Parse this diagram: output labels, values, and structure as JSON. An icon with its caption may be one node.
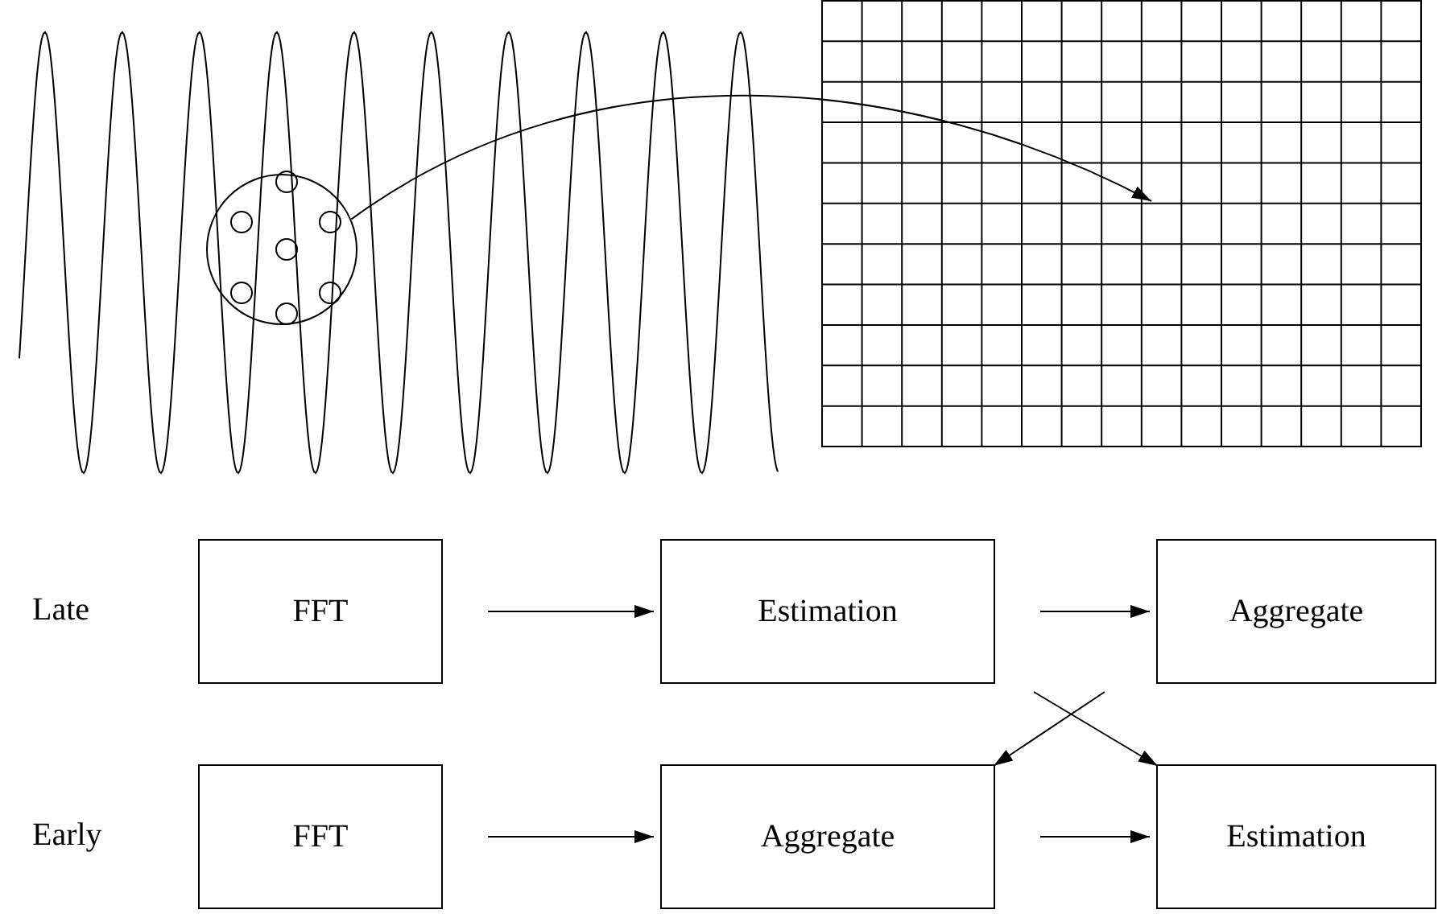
{
  "diagram": {
    "nodes": [
      {
        "text": [],
        "shape": "circle"
      },
      {
        "text": [],
        "shape": "picture"
      },
      {
        "text": [
          "FFT"
        ]
      },
      {
        "text": [
          "Estimation"
        ]
      },
      {
        "text": [
          "Aggregate"
        ]
      },
      {
        "text": [
          "FFT"
        ]
      },
      {
        "text": [
          "Aggregate"
        ]
      },
      {
        "text": [
          "Estimation"
        ]
      }
    ],
    "edges": [
      {
        "from": 0,
        "to": 1,
        "arrow": "to"
      },
      {
        "from": 2,
        "to": 3,
        "arrow": "to"
      },
      {
        "from": 3,
        "to": 4,
        "arrow": "to"
      },
      {
        "from": 5,
        "to": 6,
        "arrow": "to"
      },
      {
        "from": 6,
        "to": 7,
        "arrow": "to"
      },
      {
        "from": null,
        "to": 6,
        "arrow": "to"
      },
      {
        "from": null,
        "to": 7,
        "arrow": "to"
      }
    ],
    "labels": [
      "Late",
      "Early"
    ]
  }
}
